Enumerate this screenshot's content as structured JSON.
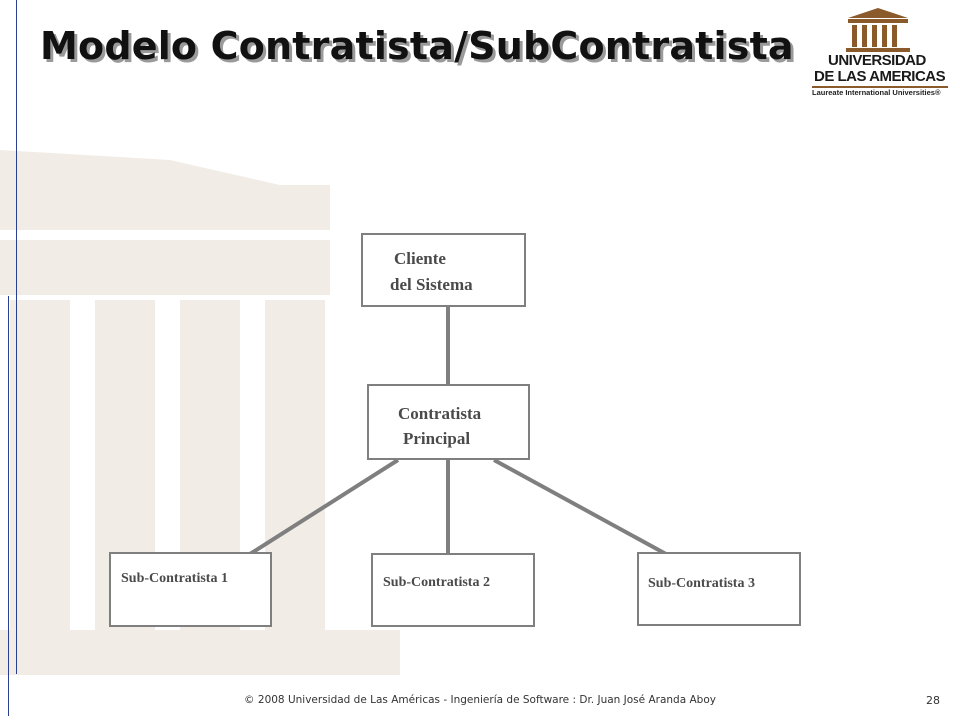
{
  "slide": {
    "title": "Modelo Contratista/SubContratista",
    "footer": "© 2008 Universidad de  Las Américas - Ingeniería de Software : Dr. Juan José Aranda Aboy",
    "page_number": "28"
  },
  "logo": {
    "line1": "UNIVERSIDAD",
    "line2": "DE LAS AMERICAS",
    "line3": "Laureate International Universities®"
  },
  "diagram": {
    "client": {
      "line1": "Cliente",
      "line2": "del Sistema"
    },
    "contractor": {
      "line1": "Contratista",
      "line2": "Principal"
    },
    "subcontractors": [
      "Sub-Contratista 1",
      "Sub-Contratista 2",
      "Sub-Contratista 3"
    ]
  },
  "colors": {
    "box_border": "#7f7f7f",
    "connector": "#7f7f7f",
    "accent_line": "#2a3f8f",
    "logo_brown": "#8b5a2b"
  }
}
